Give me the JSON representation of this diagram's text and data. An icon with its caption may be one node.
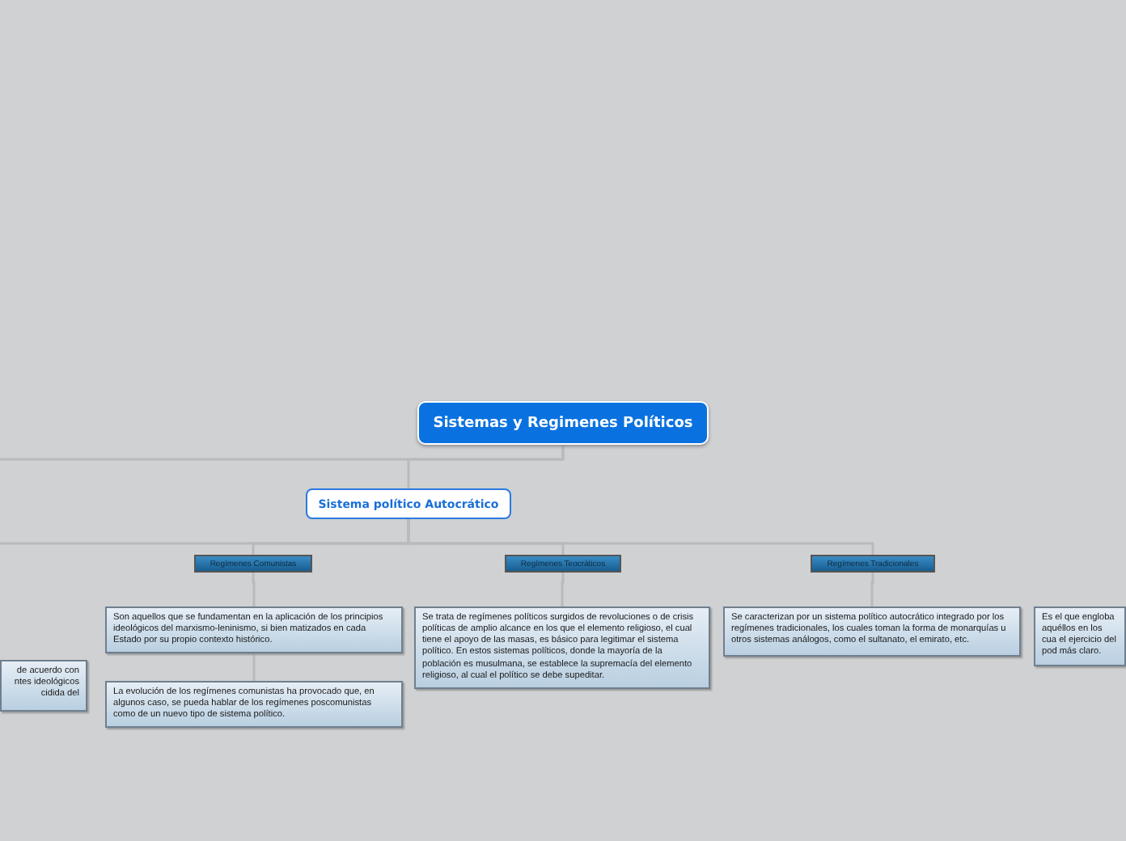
{
  "diagram": {
    "nodes": [
      {
        "text": [
          "Sistemas y Regimenes Políticos"
        ]
      },
      {
        "text": [
          "Sistema político Autocrático"
        ]
      },
      {
        "text": [
          "Regímenes Comunistas"
        ]
      },
      {
        "text": [
          "Regímenes Teocráticos"
        ]
      },
      {
        "text": [
          "Regímenes Tradicionales"
        ]
      },
      {
        "text": [
          "de acuerdo con ntes ideológicos cidida del"
        ]
      },
      {
        "text": [
          "Son aquellos que se fundamentan en la aplicación de los principios ideológicos del marxismo-leninismo, si bien matizados en cada Estado por su propio contexto histórico."
        ]
      },
      {
        "text": [
          "La evolución de los regímenes comunistas ha provocado que, en algunos caso, se pueda hablar de los regímenes poscomunistas como de un nuevo tipo de sistema político."
        ]
      },
      {
        "text": [
          "Se trata de regímenes políticos surgidos de revoluciones o de crisis políticas de amplio alcance en los que el elemento religioso, el cual tiene el apoyo de las masas, es básico para legitimar el sistema político. En estos sistemas políticos, donde la mayoría de la población es musulmana, se establece la supremacía del elemento religioso, al cual el político se debe supeditar."
        ]
      },
      {
        "text": [
          "Se caracterizan por un sistema político autocrático integrado por los regímenes tradicionales, los cuales toman la forma de monarquías u otros sistemas análogos, como el sultanato, el emirato, etc."
        ]
      },
      {
        "text": [
          "Es el que engloba aquéllos en los cua el ejercicio del pod más claro."
        ]
      }
    ],
    "edges": [
      {
        "from": 0,
        "to": 1,
        "arrow": "none"
      },
      {
        "from": 0,
        "to": null,
        "arrow": "none"
      },
      {
        "from": 1,
        "to": 2,
        "arrow": "none"
      },
      {
        "from": 1,
        "to": 3,
        "arrow": "none"
      },
      {
        "from": 1,
        "to": 4,
        "arrow": "none"
      },
      {
        "from": 1,
        "to": null,
        "arrow": "none"
      },
      {
        "from": 2,
        "to": 6,
        "arrow": "none"
      },
      {
        "from": 6,
        "to": 7,
        "arrow": "none"
      },
      {
        "from": 3,
        "to": 8,
        "arrow": "none"
      },
      {
        "from": 4,
        "to": 9,
        "arrow": "none"
      }
    ]
  }
}
